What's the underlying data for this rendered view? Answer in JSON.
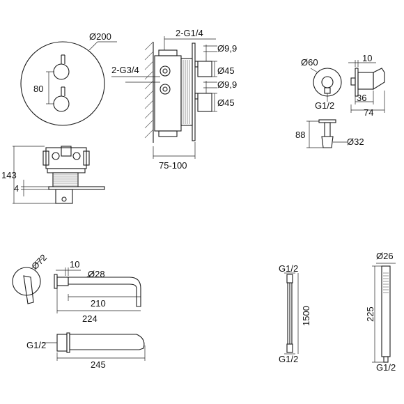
{
  "thermostat_front": {
    "diameter": "Ø200",
    "spacing": "80"
  },
  "thermostat_side": {
    "height": "143",
    "cover": "4"
  },
  "valve_body": {
    "outlets": "2-G1/4",
    "inlets": "2-G3/4",
    "d_small_top": "Ø9,9",
    "d_knob_top": "Ø45",
    "d_small_bottom": "Ø9,9",
    "d_knob_bottom": "Ø45",
    "depth_range": "75-100"
  },
  "wall_outlet": {
    "diameter": "Ø60",
    "thread": "G1/2",
    "offset": "10",
    "depth": "36",
    "length": "74"
  },
  "holder": {
    "height": "88",
    "diameter": "Ø32"
  },
  "spout_top": {
    "diameter": "Ø72",
    "thickness": "10",
    "pipe_d": "Ø28",
    "reach_inner": "210",
    "reach_total": "224"
  },
  "spout_bottom": {
    "thread": "G1/2",
    "reach": "245"
  },
  "hose": {
    "thread_top": "G1/2",
    "length": "1500",
    "thread_bottom": "G1/2"
  },
  "hand_shower": {
    "diameter": "Ø26",
    "length": "225",
    "thread": "G1/2"
  }
}
